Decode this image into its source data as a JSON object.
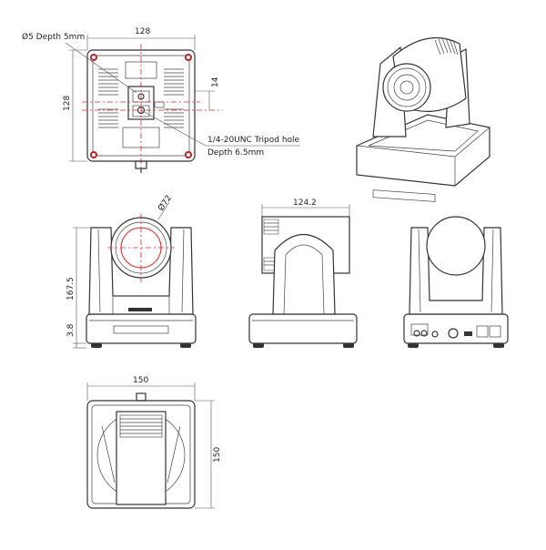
{
  "annotations": {
    "hole_callout": "Ø5 Depth 5mm",
    "tripod_hole_line1": "1/4-20UNC Tripod hole",
    "tripod_hole_line2": "Depth 6.5mm",
    "lens_diameter": "Ø72"
  },
  "dimensions": {
    "bottom_width": "128",
    "bottom_height": "128",
    "hole_offset": "14",
    "front_height": "167.5",
    "base_height": "3.8",
    "side_depth": "124.2",
    "top_width": "150",
    "top_depth": "150"
  },
  "colors": {
    "line": "#333333",
    "centerline": "#dd2222",
    "background": "#ffffff"
  }
}
